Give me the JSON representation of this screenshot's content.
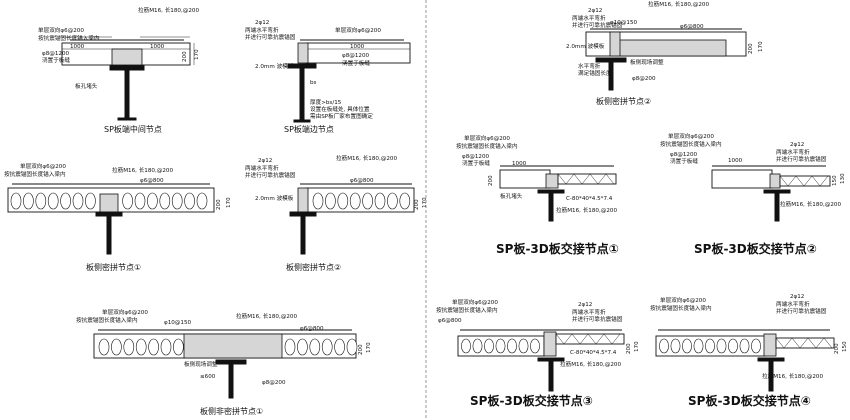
{
  "details": [
    {
      "id": "d1",
      "caption": "SP板端中间节点",
      "labels": [
        "单层双向φ6@200",
        "按抗震锚固长度锚入梁内",
        "1000",
        "1000",
        "φ8@1200",
        "浇置于板缝",
        "板孔堵头",
        "200",
        "170"
      ],
      "rebar": "拉筋M16, 长180,@200"
    },
    {
      "id": "d2",
      "caption": "SP板端边节点",
      "labels": [
        "2φ12",
        "两端水平弯折",
        "并进行可靠抗震锚固",
        "1000",
        "φ8@1200",
        "浇置于板缝",
        "2.0mm 波模板",
        "bs",
        "厚度>bs/15",
        "设置在板缝处, 具体位置",
        "需由SP板厂家布置图确定"
      ],
      "rebar": "单层双向φ6@200"
    },
    {
      "id": "d3",
      "caption": "板侧密拼节点②",
      "labels": [
        "2φ12",
        "两端水平弯折",
        "并进行可靠抗震锚固",
        "φ10@150",
        "2.0mm 波模板",
        "水平弯折",
        "满足锚固长度",
        "φ8@200",
        "板侧现场调整",
        "200",
        "170"
      ],
      "rebar": "拉筋M16, 长180,@200",
      "rebar2": "φ6@800"
    },
    {
      "id": "d4",
      "caption": "板侧密拼节点①",
      "labels": [
        "单层双向φ6@200",
        "按抗震锚固长度锚入梁内",
        "φ6@800",
        "200",
        "170"
      ],
      "rebar": "拉筋M16, 长180,@200"
    },
    {
      "id": "d5",
      "caption": "板侧密拼节点②",
      "labels": [
        "2φ12",
        "两端水平弯折",
        "并进行可靠抗震锚固",
        "2.0mm 波模板",
        "200",
        "170"
      ],
      "rebar": "拉筋M16, 长180,@200",
      "rebar2": "φ6@800"
    },
    {
      "id": "d6",
      "caption": "SP板-3D板交接节点①",
      "labels": [
        "单层双向φ6@200",
        "按抗震锚固长度锚入梁内",
        "φ8@1200",
        "浇置于板缝",
        "1000",
        "板孔堵头",
        "C-80*40*4.5*7.4",
        "拉筋M16, 长180,@200",
        "200"
      ]
    },
    {
      "id": "d7",
      "caption": "SP板-3D板交接节点②",
      "labels": [
        "单层双向φ6@200",
        "按抗震锚固长度锚入梁内",
        "φ8@1200",
        "浇置于板缝",
        "1000",
        "2φ12",
        "两端水平弯折",
        "并进行可靠抗震锚固",
        "拉筋M16, 长180,@200",
        "150",
        "130"
      ]
    },
    {
      "id": "d8",
      "caption": "板侧非密拼节点①",
      "labels": [
        "单层双向φ6@200",
        "按抗震锚固长度锚入梁内",
        "φ10@150",
        "板侧现场调整",
        "≤600",
        "φ8@200",
        "φ6@800",
        "200",
        "170"
      ],
      "rebar": "拉筋M16, 长180,@200"
    },
    {
      "id": "d9",
      "caption": "SP板-3D板交接节点③",
      "labels": [
        "单层双向φ6@200",
        "按抗震锚固长度锚入梁内",
        "φ6@800",
        "2φ12",
        "两端水平弯折",
        "并进行可靠抗震锚固",
        "C-80*40*4.5*7.4",
        "拉筋M16, 长180,@200",
        "200",
        "170"
      ]
    },
    {
      "id": "d10",
      "caption": "SP板-3D板交接节点④",
      "labels": [
        "单层双向φ6@200",
        "按抗震锚固长度锚入梁内",
        "2φ12",
        "两端水平弯折",
        "并进行可靠抗震锚固",
        "拉筋M16, 长180,@200",
        "200",
        "150"
      ]
    }
  ],
  "colors": {
    "line": "#111111",
    "concrete": "#d6d6d6",
    "background": "#ffffff"
  }
}
